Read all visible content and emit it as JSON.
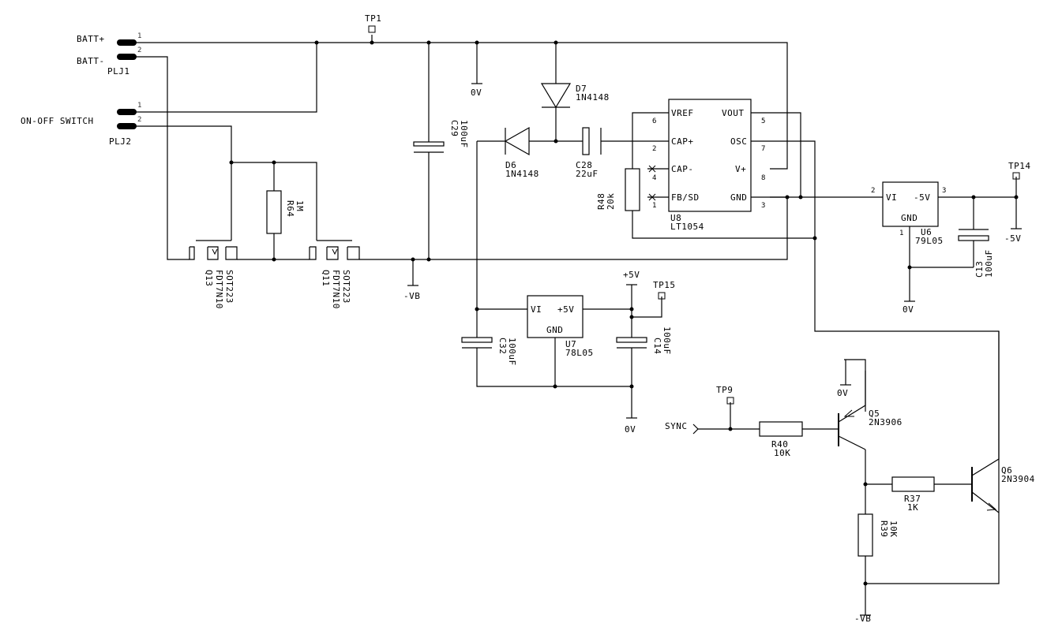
{
  "connectors": {
    "batt_pos": "BATT+",
    "batt_neg": "BATT-",
    "plj1": "PLJ1",
    "switch": "ON-OFF SWITCH",
    "plj2": "PLJ2",
    "pin1": "1",
    "pin2": "2"
  },
  "test_points": {
    "tp1": "TP1",
    "tp14": "TP14",
    "tp15": "TP15",
    "tp9": "TP9"
  },
  "nets": {
    "zero_v": "0V",
    "minus_vb": "-VB",
    "plus_5v": "+5V",
    "minus_5v": "-5V",
    "sync": "SYNC"
  },
  "components": {
    "q13": {
      "ref": "Q13",
      "part": "FDT7N10",
      "pkg": "SOT223"
    },
    "q11": {
      "ref": "Q11",
      "part": "FDT7N10",
      "pkg": "SOT223"
    },
    "r64": {
      "ref": "R64",
      "value": "1M"
    },
    "c29": {
      "ref": "C29",
      "value": "100uF"
    },
    "d7": {
      "ref": "D7",
      "part": "1N4148"
    },
    "d6": {
      "ref": "D6",
      "part": "1N4148"
    },
    "c28": {
      "ref": "C28",
      "value": "22uF"
    },
    "r48": {
      "ref": "R48",
      "value": "20k"
    },
    "u8": {
      "ref": "U8",
      "part": "LT1054",
      "pins": {
        "vref": "VREF",
        "cap_pos": "CAP+",
        "cap_neg": "CAP-",
        "fbsd": "FB/SD",
        "vout": "VOUT",
        "osc": "OSC",
        "vplus": "V+",
        "gnd": "GND"
      },
      "pin_numbers": {
        "vref": "6",
        "cap_pos": "2",
        "cap_neg": "4",
        "fbsd": "1",
        "vout": "5",
        "osc": "7",
        "vplus": "8",
        "gnd": "3"
      }
    },
    "u6": {
      "ref": "U6",
      "part": "79L05",
      "vi": "VI",
      "vo": "-5V",
      "gnd": "GND",
      "pin_vi": "2",
      "pin_vo": "3",
      "pin_gnd": "1"
    },
    "c13": {
      "ref": "C13",
      "value": "100uF"
    },
    "u7": {
      "ref": "U7",
      "part": "78L05",
      "vi": "VI",
      "vo": "+5V",
      "gnd": "GND"
    },
    "c32": {
      "ref": "C32",
      "value": "100uF"
    },
    "c14": {
      "ref": "C14",
      "value": "100uF"
    },
    "q5": {
      "ref": "Q5",
      "part": "2N3906"
    },
    "q6": {
      "ref": "Q6",
      "part": "2N3904"
    },
    "r40": {
      "ref": "R40",
      "value": "10K"
    },
    "r37": {
      "ref": "R37",
      "value": "1K"
    },
    "r39": {
      "ref": "R39",
      "value": "10K"
    }
  }
}
